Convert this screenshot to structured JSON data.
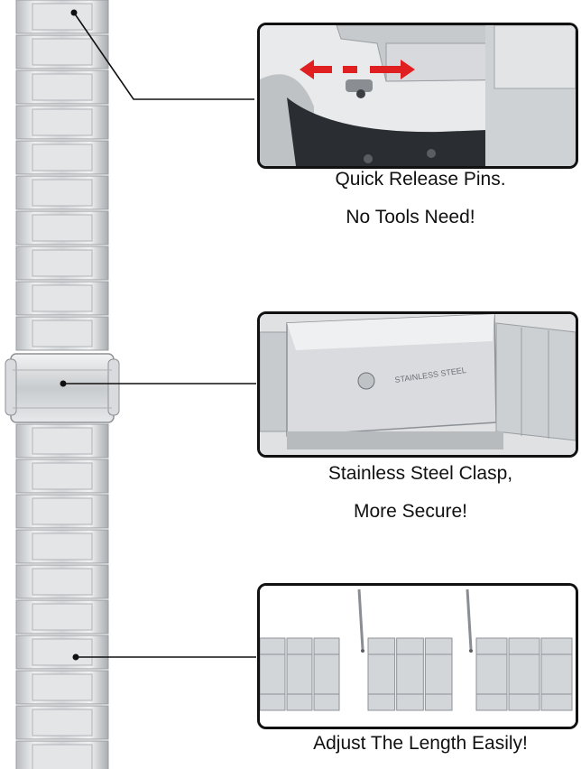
{
  "features": [
    {
      "id": "pins",
      "line1": "Quick Release Pins.",
      "line2": "No Tools Need!"
    },
    {
      "id": "clasp",
      "line1": "Stainless Steel Clasp,",
      "line2": "More Secure!",
      "engraving": "STAINLESS STEEL"
    },
    {
      "id": "adjust",
      "line1": "Adjust The Length Easily!"
    }
  ],
  "colors": {
    "steel_light": "#e4e6e8",
    "steel_mid": "#c4c7ca",
    "steel_dark": "#8d9196",
    "arrow": "#e02020",
    "outline": "#111111"
  },
  "icons": [
    "double-arrow-icon",
    "pin-tool-icon"
  ]
}
